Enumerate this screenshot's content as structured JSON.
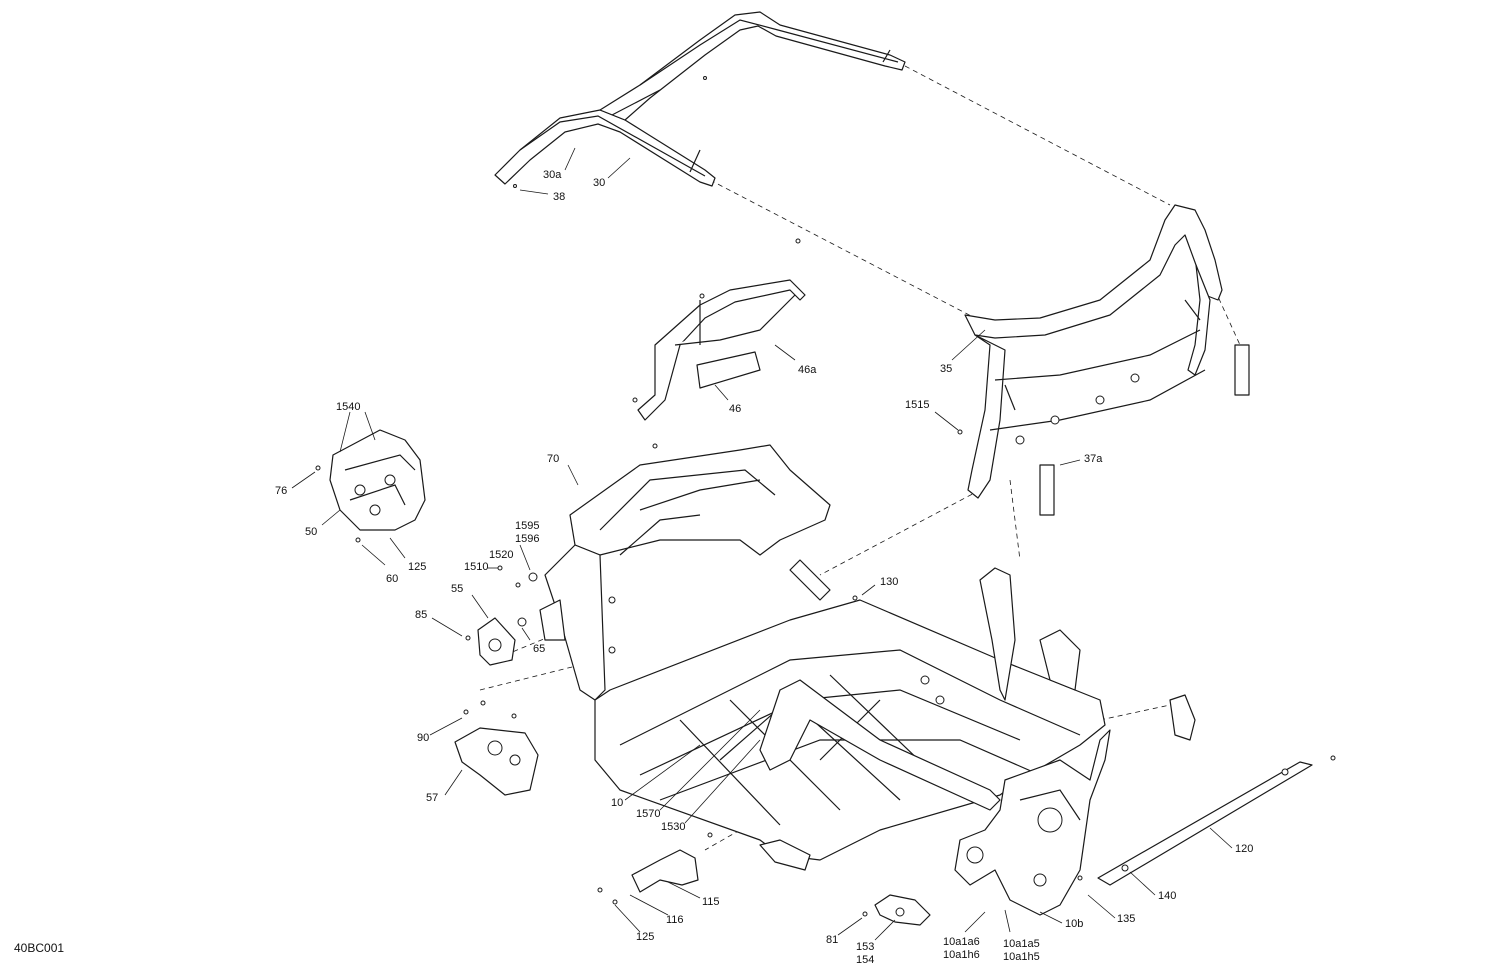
{
  "drawing": {
    "code": "40BC001",
    "callouts": {
      "c30a": "30a",
      "c30": "30",
      "c38": "38",
      "c46a": "46a",
      "c46": "46",
      "c35": "35",
      "c1515": "1515",
      "c37a": "37a",
      "c1540": "1540",
      "c76": "76",
      "c50": "50",
      "c60": "60",
      "c125a": "125",
      "c70": "70",
      "c1595": "1595",
      "c1596": "1596",
      "c1520": "1520",
      "c1510": "1510",
      "c55": "55",
      "c85": "85",
      "c65": "65",
      "c130": "130",
      "c90": "90",
      "c57": "57",
      "c10": "10",
      "c1570": "1570",
      "c1530": "1530",
      "c115": "115",
      "c116": "116",
      "c125b": "125",
      "c81": "81",
      "c153": "153",
      "c154": "154",
      "c10a1a6": "10a1a6",
      "c10a1h6": "10a1h6",
      "c10a1a5": "10a1a5",
      "c10a1h5": "10a1h5",
      "c10b": "10b",
      "c120": "120",
      "c140": "140",
      "c135": "135"
    }
  }
}
